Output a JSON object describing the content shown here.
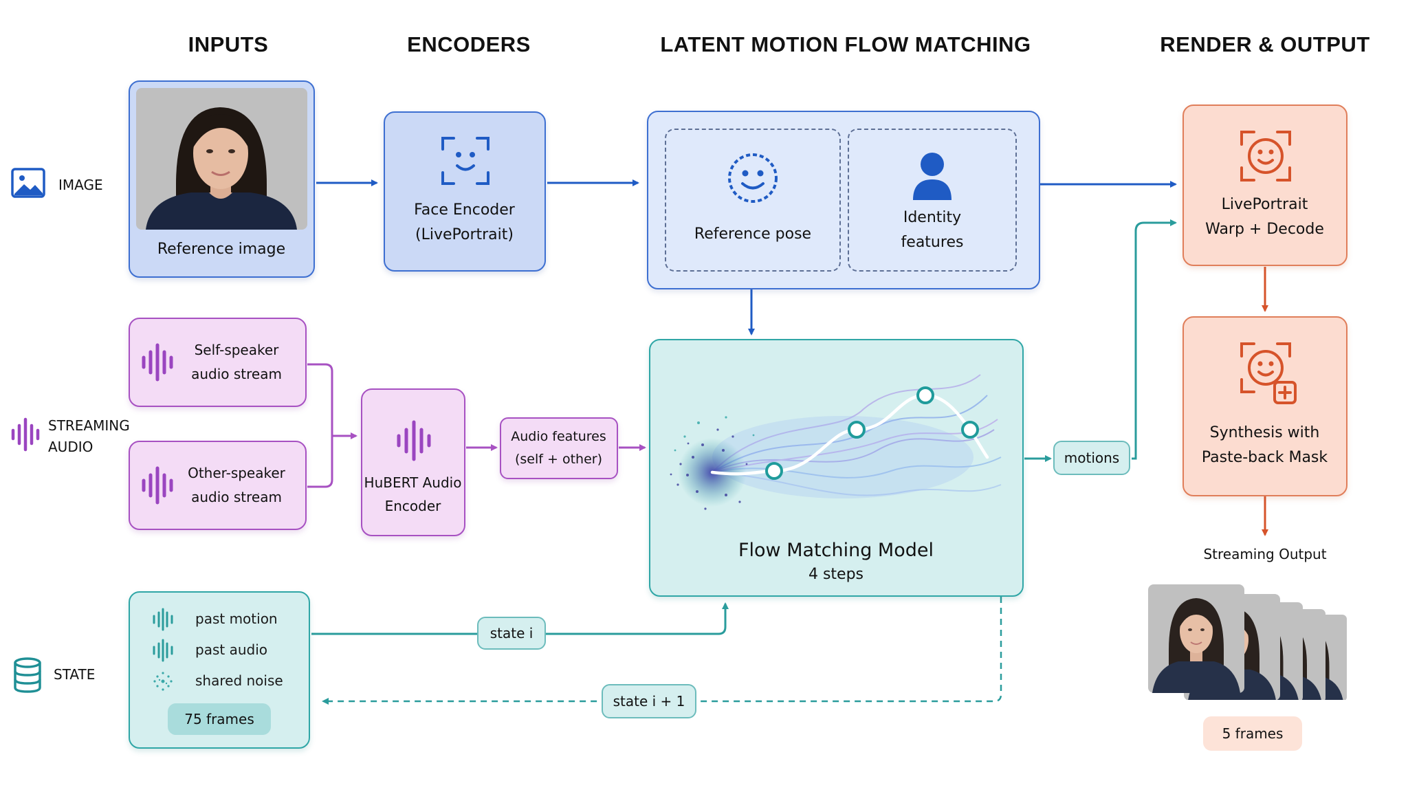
{
  "columns": {
    "inputs": "INPUTS",
    "encoders": "ENCODERS",
    "latent": "LATENT MOTION FLOW MATCHING",
    "render": "RENDER & OUTPUT"
  },
  "rows": {
    "image": "IMAGE",
    "streaming_line1": "STREAMING",
    "streaming_line2": "AUDIO",
    "state": "STATE"
  },
  "nodes": {
    "reference_image": "Reference image",
    "face_encoder_line1": "Face Encoder",
    "face_encoder_line2": "(LivePortrait)",
    "reference_pose": "Reference pose",
    "identity_line1": "Identity",
    "identity_line2": "features",
    "self_speaker_line1": "Self-speaker",
    "self_speaker_line2": "audio stream",
    "other_speaker_line1": "Other-speaker",
    "other_speaker_line2": "audio stream",
    "hubert_line1": "HuBERT Audio",
    "hubert_line2": "Encoder",
    "audio_features_line1": "Audio features",
    "audio_features_line2": "(self + other)",
    "flow_model_title": "Flow Matching Model",
    "flow_model_steps": "4 steps",
    "motions": "motions",
    "liveportrait_line1": "LivePortrait",
    "liveportrait_line2": "Warp + Decode",
    "synthesis_line1": "Synthesis with",
    "synthesis_line2": "Paste-back Mask",
    "streaming_output": "Streaming Output",
    "output_frames": "5 frames"
  },
  "state": {
    "items": [
      "past motion",
      "past audio",
      "shared noise"
    ],
    "frames": "75 frames",
    "state_i": "state i",
    "state_next": "state i + 1"
  },
  "icons": {
    "image_row": "image-icon",
    "audio_row": "waveform-icon",
    "state_row": "database-icon",
    "face_encoder": "face-scan-icon",
    "reference_pose": "smiley-face-icon",
    "identity": "person-icon",
    "liveportrait": "face-scan-icon",
    "synthesis": "face-scan-plus-icon"
  },
  "colors": {
    "blue": "#3d6fd1",
    "arrow_blue": "#1f5bc4",
    "purple": "#a751c2",
    "teal": "#2fa6a6",
    "orange": "#e07e5a",
    "arrow_orange": "#d6532a"
  }
}
